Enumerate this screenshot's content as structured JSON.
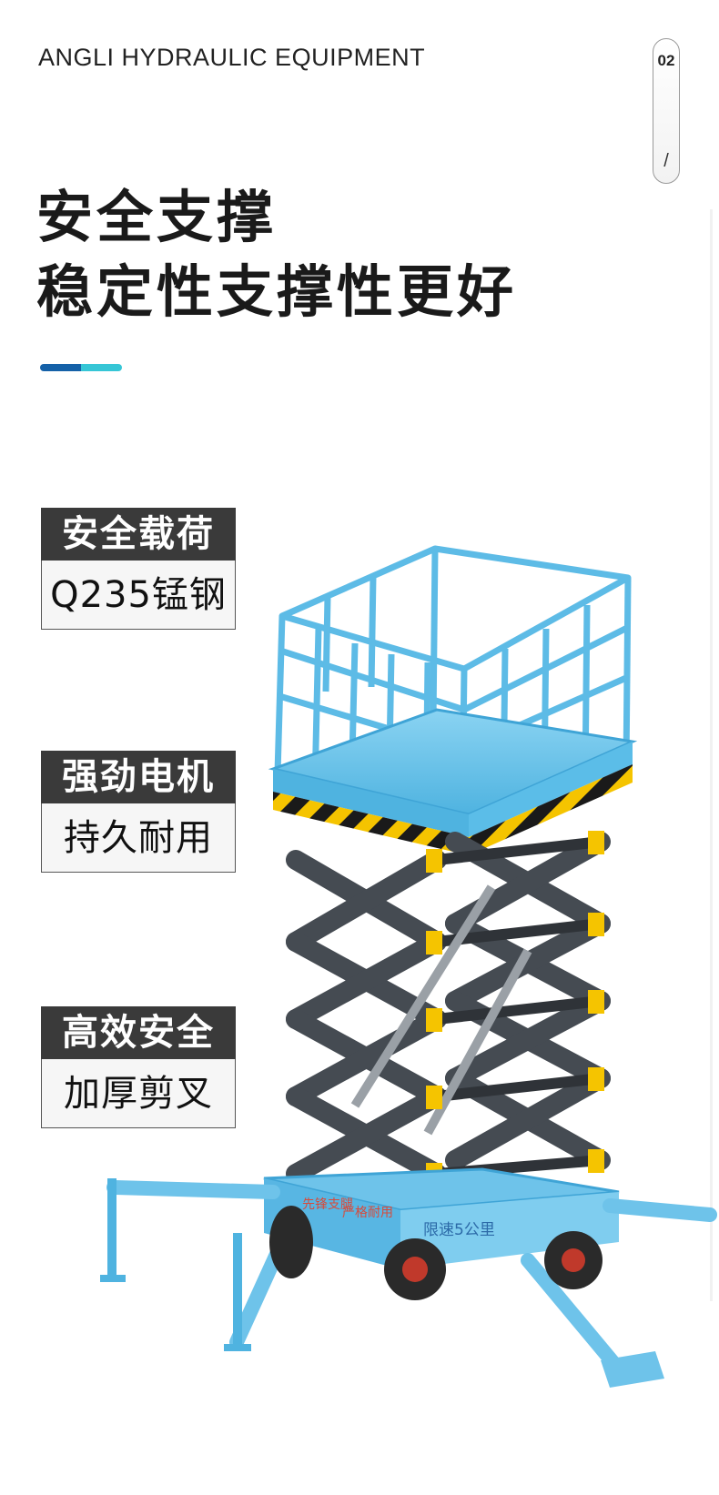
{
  "header": {
    "brand": "ANGLI HYDRAULIC EQUIPMENT",
    "page_number": "02",
    "page_separator": "/"
  },
  "headline": {
    "line1": "安全支撑",
    "line2": "稳定性支撑性更好"
  },
  "features": [
    {
      "title": "安全载荷",
      "detail": "Q235锰钢"
    },
    {
      "title": "强劲电机",
      "detail": "持久耐用"
    },
    {
      "title": "高效安全",
      "detail": "加厚剪叉"
    }
  ],
  "machine": {
    "side_label_1": "先锋支腿",
    "side_label_2": "严格耐用",
    "speed_label": "限速5公里",
    "colors": {
      "frame": "#6ec3ea",
      "scissor": "#474c52",
      "caution_yellow": "#f5c400",
      "tyre": "#2a2a2a",
      "hub": "#c0392b"
    }
  }
}
